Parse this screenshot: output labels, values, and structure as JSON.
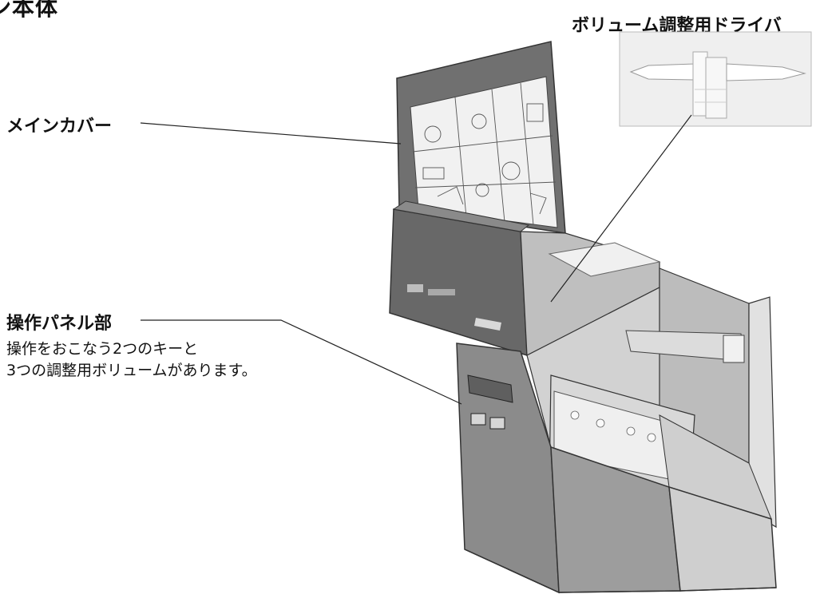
{
  "heading": "ン本体",
  "callouts": {
    "driver": {
      "label": "ボリューム調整用ドライバ"
    },
    "main_cover": {
      "label": "メインカバー"
    },
    "operation_panel": {
      "label": "操作パネル部",
      "description": [
        "操作をおこなう2つのキーと",
        "3つの調整用ボリュームがあります。"
      ]
    }
  },
  "colors": {
    "text": "#111111",
    "cover": "#6e6e6e",
    "body_dark": "#5a5a5a",
    "body_light": "#c8c8c8",
    "manual_page": "#f2f2f2"
  }
}
